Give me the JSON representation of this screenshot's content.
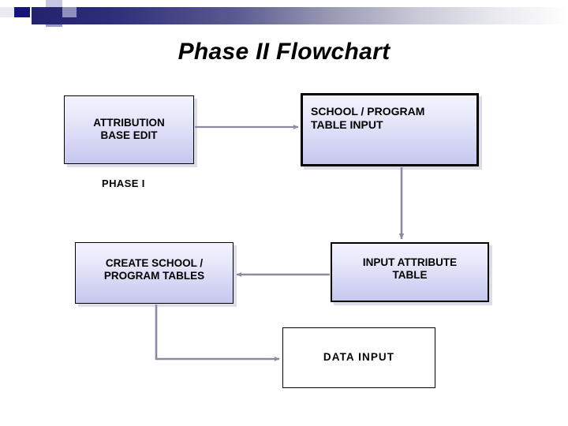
{
  "slide": {
    "title": "Phase II Flowchart",
    "background_color": "#ffffff",
    "header": {
      "bar_gradient_from": "#22226e",
      "bar_gradient_to": "#ffffff",
      "accent_square_color": "#15157a"
    }
  },
  "flowchart": {
    "connector_color": "#8a8aa0",
    "node_fill_top": "#f2f3fd",
    "node_fill_bottom": "#c6c7ee",
    "node_border_color": "#000000",
    "nodes": [
      {
        "id": "attribution-base-edit",
        "label": "ATTRIBUTION\nBASE EDIT",
        "line1": "ATTRIBUTION",
        "line2": "BASE EDIT"
      },
      {
        "id": "school-program-table-input",
        "label": "SCHOOL / PROGRAM\nTABLE INPUT",
        "line1": "SCHOOL / PROGRAM",
        "line2": "TABLE INPUT"
      },
      {
        "id": "create-school-program-tables",
        "label": "CREATE SCHOOL /\nPROGRAM TABLES",
        "line1": "CREATE SCHOOL /",
        "line2": "PROGRAM TABLES"
      },
      {
        "id": "input-attribute-table",
        "label": "INPUT ATTRIBUTE\nTABLE",
        "line1": "INPUT ATTRIBUTE",
        "line2": "TABLE"
      },
      {
        "id": "data-input",
        "label": "DATA INPUT",
        "line1": "DATA INPUT",
        "line2": ""
      }
    ],
    "labels": [
      {
        "id": "phase-i",
        "text": "PHASE I"
      }
    ],
    "edges": [
      {
        "from": "attribution-base-edit",
        "to": "school-program-table-input",
        "direction": "right"
      },
      {
        "from": "school-program-table-input",
        "to": "input-attribute-table",
        "direction": "down"
      },
      {
        "from": "input-attribute-table",
        "to": "create-school-program-tables",
        "direction": "left"
      },
      {
        "from": "create-school-program-tables",
        "to": "data-input",
        "direction": "down-right-elbow"
      }
    ]
  }
}
